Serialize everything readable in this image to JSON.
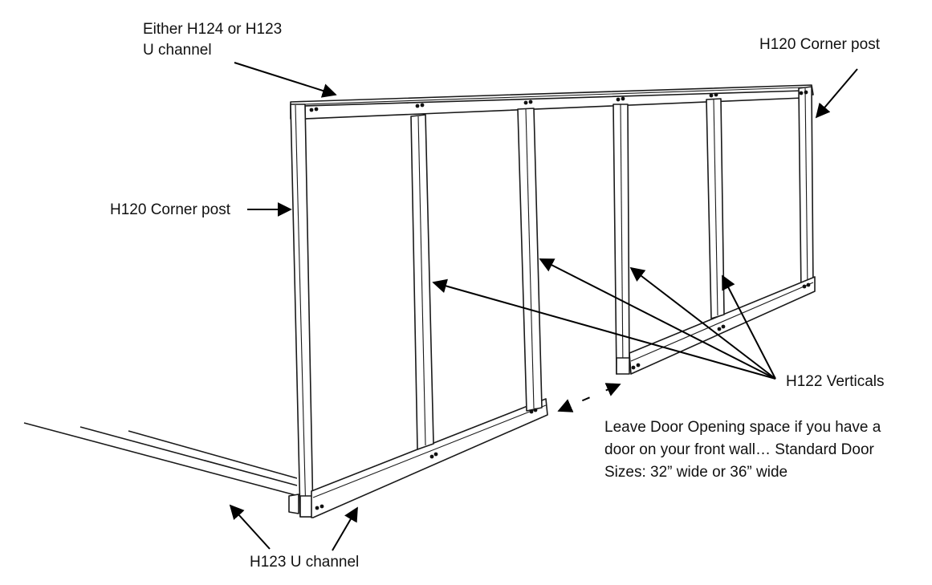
{
  "labels": {
    "top_channel": [
      "Either H124 or H123",
      "U channel"
    ],
    "corner_post_right": "H120 Corner post",
    "corner_post_left": "H120 Corner post",
    "verticals": "H122 Verticals",
    "door_note": [
      "Leave Door Opening space if you have a",
      "door on your front wall… Standard Door",
      "Sizes: 32” wide or 36” wide"
    ],
    "bottom_channel": "H123 U channel"
  }
}
